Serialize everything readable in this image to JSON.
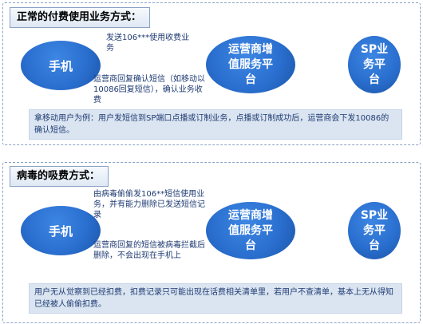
{
  "colors": {
    "node_blue": "#2a6fcf",
    "arrow": "#8ca0be",
    "note_bg": "#dbe5f1",
    "text_blue": "#1f3b73"
  },
  "normal": {
    "title": "正常的付费使用业务方式：",
    "node_phone": "手机",
    "node_operator": "运营商增值服务平台",
    "node_sp": "SP业务平台",
    "label_top": "发送106***使用收费业务",
    "label_bottom": "运营商回复确认短信（如移动以10086回复短信），确认业务收费",
    "note": "拿移动用户为例：用户发短信到SP端口点播或订制业务，点播或订制成功后，运营商会下发10086的确认短信。"
  },
  "virus": {
    "title": "病毒的吸费方式：",
    "node_phone": "手机",
    "node_operator": "运营商增值服务平台",
    "node_sp": "SP业务平台",
    "label_top": "由病毒偷偷发106**短信使用业务，并有能力删除已发送短信记录",
    "label_bottom": "运营商回复的短信被病毒拦截后删除，不会出现在手机上",
    "note": "用户无从觉察到已经扣费，扣费记录只可能出现在话费相关清单里，若用户不查清单，基本上无从得知已经被人偷偷扣费。"
  }
}
